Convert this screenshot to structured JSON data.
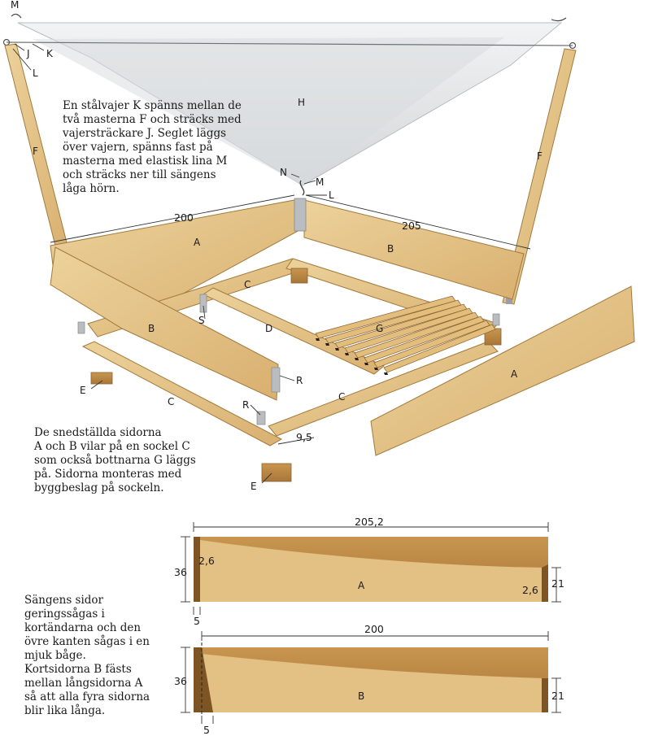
{
  "captions": {
    "top": "En stålvajer K spänns mellan de\ntvå masterna F och sträcks med\nvajersträckare J. Seglet läggs\növer vajern, spänns fast på\nmasterna med elastisk lina M\noch sträcks ner till sängens\nlåga hörn.",
    "middle": "De snedställda sidorna\nA och B vilar på en sockel C\nsom också bottnarna G läggs\npå. Sidorna monteras med\nbyggbeslag på sockeln.",
    "bottom": "Sängens sidor\ngeringssågas i\nkortändarna och den\növre kanten sågas i en\nmjuk båge.\nKortsidorna B fästs\nmellan långsidorna A\nså att alla fyra sidorna\nblir lika långa."
  },
  "part_labels": {
    "M_top": "M",
    "J": "J",
    "K": "K",
    "L_left": "L",
    "H": "H",
    "N": "N",
    "M_center": "M",
    "L_center": "L",
    "F_left": "F",
    "F_right": "F",
    "A_back": "A",
    "B_back": "B",
    "C_back": "C",
    "S": "S",
    "D": "D",
    "G": "G",
    "B_front": "B",
    "R_front": "R",
    "R_corner": "R",
    "E_left": "E",
    "C_front": "C",
    "C_right": "C",
    "A_front": "A",
    "E_front": "E"
  },
  "dimensions": {
    "back_left": "200",
    "back_right": "205",
    "socket_width": "9,5",
    "board_a_length": "205,2",
    "board_a_height": "36",
    "board_a_angle_left": "2,6",
    "board_a_angle_right": "2,6",
    "board_a_end_height": "21",
    "board_a_offset": "5",
    "board_a_label": "A",
    "board_b_length": "200",
    "board_b_height": "36",
    "board_b_end_height": "21",
    "board_b_offset": "5",
    "board_b_label": "B"
  },
  "colors": {
    "wood_light": "#e8c98c",
    "wood_mid": "#d4a862",
    "wood_dark": "#b3803f",
    "sail": "#e9ebec",
    "sail_shadow": "#c9cccf",
    "steel": "#9aa0a5",
    "slat_dark": "#2a1f14"
  }
}
